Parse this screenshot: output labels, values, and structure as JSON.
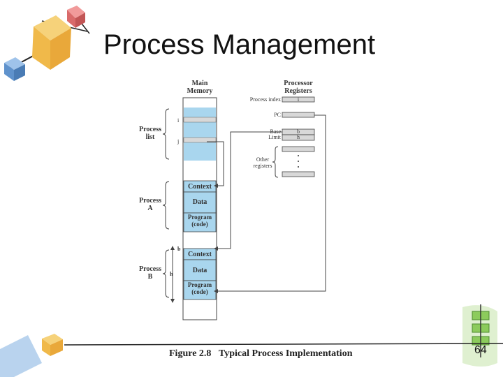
{
  "slide": {
    "title": "Process Management",
    "page_number": "64"
  },
  "figure": {
    "caption_number": "Figure 2.8",
    "caption_text": "Typical Process Implementation",
    "main_memory_label": "Main Memory",
    "processor_registers_label": "Processor Registers",
    "registers": {
      "process_index": "Process index",
      "process_index_value": "i",
      "pc": "PC",
      "base": "Base",
      "limit": "Limit",
      "base_value": "b",
      "limit_value": "h",
      "other": "Other registers"
    },
    "process_list_label": "Process list",
    "process_list_markers": [
      "i",
      "j"
    ],
    "process_a": {
      "label": "Process A",
      "blocks": [
        "Context",
        "Data",
        "Program (code)"
      ]
    },
    "process_b": {
      "label": "Process B",
      "markers": [
        "b",
        "h"
      ],
      "blocks": [
        "Context",
        "Data",
        "Program (code)"
      ]
    }
  },
  "colors": {
    "memory_fill": "#a9d6ee",
    "register_fill": "#d8d8d8",
    "line": "#444444"
  }
}
